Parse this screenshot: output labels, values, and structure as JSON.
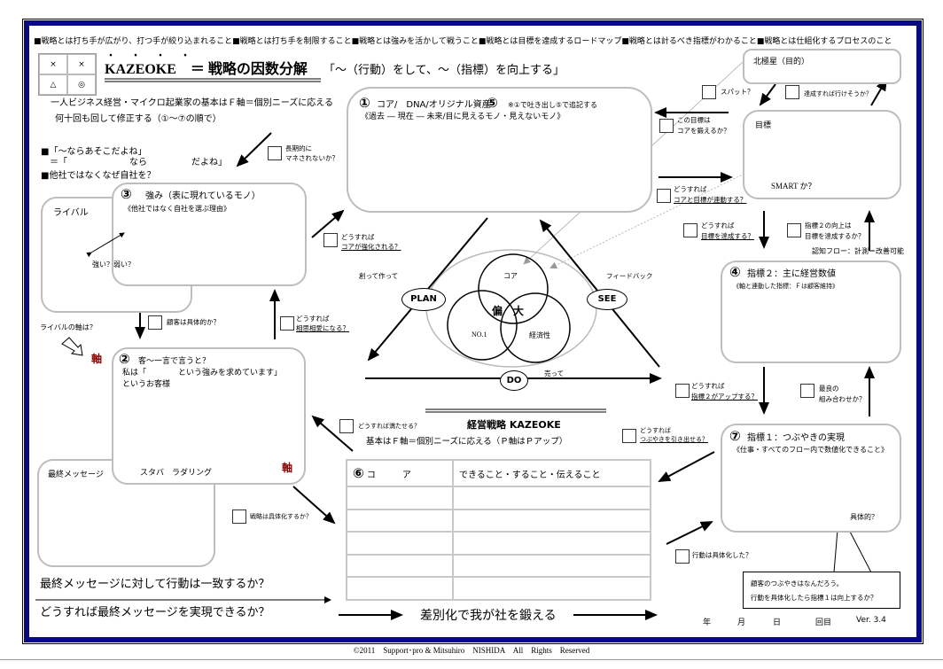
{
  "header_line": "■戦略とは打ち手が広がり、打つ手が絞り込まれること■戦略とは打ち手を制限すること■戦略とは強みを活かして戦うこと■戦略とは目標を達成するロードマップ■戦略とは計るべき指標がわかること■戦略とは仕組化するプロセスのこと",
  "matrix": [
    "×",
    "×",
    "△",
    "◎"
  ],
  "title": "KAZEOKE　＝ 戦略の因数分解",
  "title_dots": "・　・　・　・",
  "subtitle": "「～（行動）をして、～（指標）を向上する」",
  "intro": [
    "一人ビジネス経営・マイクロ起業家の基本はＦ軸＝個別ニーズに応える",
    "何十回も回して修正する（①～⑦の順で）"
  ],
  "questions": [
    "■「～ならあそこだよね」",
    "＝「　　　　　　　なら　　　　　だよね」",
    "■他社ではなくなぜ自社を？"
  ],
  "core_box": {
    "num": "①",
    "title": "コア/　DNA/オリジナル資産",
    "num2": "⑤",
    "note": "※①で吐き出し⑤で追記する",
    "sub": "《過去 ― 現在 ― 未来/目に見えるモノ・見えないモノ》"
  },
  "rival_box": {
    "title": "ライバル",
    "compare": "強い？弱い？",
    "axis_q": "ライバルの軸は？"
  },
  "strength_box": {
    "num": "③",
    "title": "強み（表に現れているモノ）",
    "sub": "《他社ではなく自社を選ぶ理由》"
  },
  "customer_box": {
    "num": "②",
    "title": "客～一言で言うと？",
    "line1": "私は「　　　　という強みを求めています」",
    "line2": "というお客様",
    "examples": "スタバ　ラダリング"
  },
  "axis_label": "軸",
  "final_box": {
    "title": "最終メッセージ"
  },
  "north_box": {
    "title": "北極星（目的）"
  },
  "goal_box": {
    "title": "目標",
    "smart": "SMART か？"
  },
  "kpi2_box": {
    "num": "④",
    "title": "指標２：主に経営数値",
    "sub": "《軸と連動した指標：Ｆは顧客維持》"
  },
  "kpi1_box": {
    "num": "⑦",
    "title": "指標１：つぶやきの実現",
    "sub": "《仕事・すべてのフロー内で数値化できること》",
    "concrete": "具体的？"
  },
  "callout": [
    "顧客のつぶやきはなんだろう。",
    "行動を具体化したら指標１は向上するか？"
  ],
  "checks": {
    "long_term": [
      "長期的に",
      "マネされないか？"
    ],
    "core_strengthen": [
      "どうすれば",
      "コアが強化される？"
    ],
    "customer_concrete": "顧客は具体的か？",
    "mutual": [
      "どうすれば",
      "相思相愛になる？"
    ],
    "satisfy": "どうすれば満たせる？",
    "strategy_concrete": "戦略は具体化するか？",
    "tweet": [
      "どうすれば",
      "つぶやきを引き出せる？"
    ],
    "action_concrete": "行動は具体化した？",
    "spot": "スパット？",
    "achieve_go": "達成すれば行けそうか？",
    "goal_core": [
      "この目標は",
      "コアを鍛えるか？"
    ],
    "core_goal_link": [
      "どうすれば",
      "コアと目標が連動する？"
    ],
    "achieve_goal": [
      "どうすれば",
      "目標を達成する？"
    ],
    "kpi2_goal": [
      "指標２の向上は",
      "目標を達成するか？"
    ],
    "kpi2_up": [
      "どうすれば",
      "指標２がアップする？"
    ],
    "best_combo": [
      "最良の",
      "組み合わせか？"
    ]
  },
  "cognitive_flow": "認知フロー：計測＝改善可能",
  "cycle": {
    "plan": "PLAN",
    "see": "SEE",
    "do": "DO",
    "plan_text": "創って作って",
    "see_text": "フィードバック",
    "do_text": "売って",
    "core": "コア",
    "no1": "NO.1",
    "econ": "経済性",
    "center": "偏　大"
  },
  "strategy": {
    "title": "経営戦略 KAZEOKE",
    "sub": "基本はＦ軸＝個別ニーズに応える（Ｐ軸はＰアップ）"
  },
  "table": {
    "num": "⑥",
    "col1": "コ　　　ア",
    "col2": "できること・すること・伝えること",
    "rows": 5
  },
  "bottom": {
    "q1": "最終メッセージに対して行動は一致するか？",
    "q2": "どうすれば最終メッセージを実現できるか？",
    "slogan": "差別化で我が社を鍛える",
    "year": "年",
    "month": "月",
    "day": "日",
    "count": "回目",
    "version": "Ver. 3.4"
  },
  "copyright": "©2011　Support･pro & Mitsuhiro　NISHIDA　All　Rights　Reserved"
}
